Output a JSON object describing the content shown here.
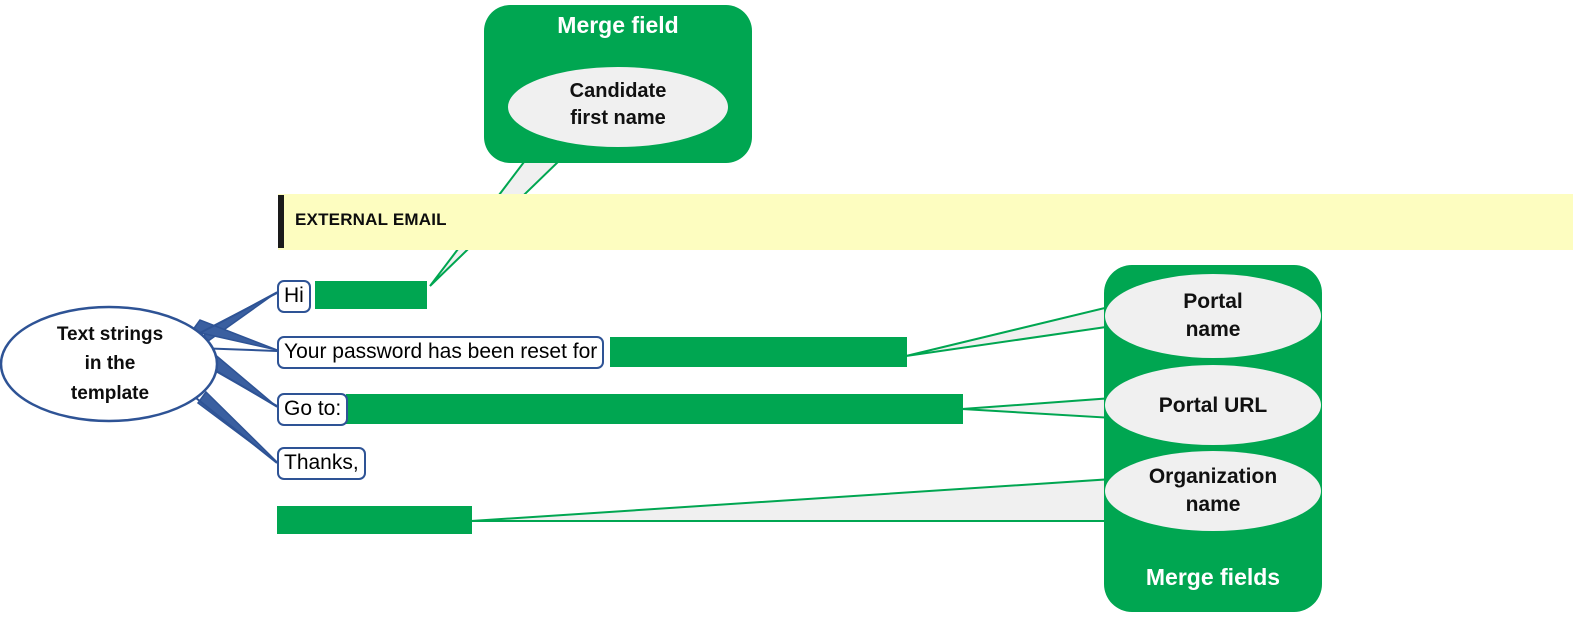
{
  "banner": {
    "label": "EXTERNAL EMAIL",
    "background_color": "#FDFDC0",
    "accent_bar_color": "#1a1a1a"
  },
  "colors": {
    "merge_green": "#00A651",
    "callout_fill": "#F0F0F0",
    "connector_blue": "#2E5395",
    "redaction_green": "#00A651"
  },
  "top_callout": {
    "title": "Merge field",
    "bubble_label": "Candidate\nfirst name",
    "bubble_line1": "Candidate",
    "bubble_line2": "first name"
  },
  "left_callout": {
    "label": "Text strings\nin the\ntemplate",
    "line1": "Text strings",
    "line2": "in the",
    "line3": "template"
  },
  "right_panel": {
    "title": "Merge fields",
    "fields": [
      {
        "label": "Portal\nname",
        "name": "portal-name"
      },
      {
        "label": "Portal URL",
        "name": "portal-url"
      },
      {
        "label": "Organization\nname",
        "name": "organization-name"
      }
    ]
  },
  "email_body": {
    "lines": [
      {
        "text": "Hi",
        "redacted": true,
        "redaction_name": "candidate-first-name"
      },
      {
        "text": "Your password has been reset for",
        "redacted": true,
        "redaction_name": "portal-name"
      },
      {
        "text": "Go to:",
        "redacted": true,
        "redaction_name": "portal-url"
      },
      {
        "text": "Thanks,",
        "redacted": false
      },
      {
        "text": "",
        "redacted": true,
        "redaction_name": "organization-name"
      }
    ]
  }
}
